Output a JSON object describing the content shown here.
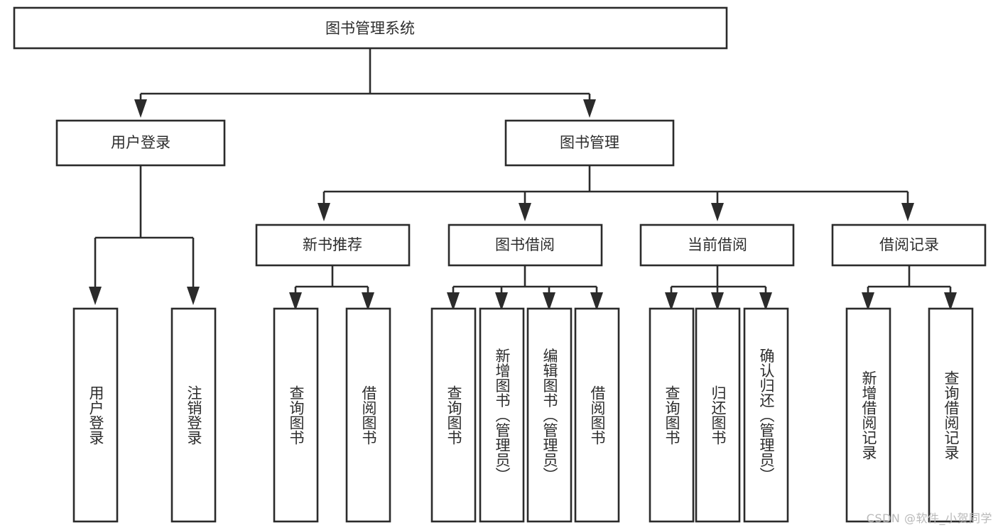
{
  "diagram": {
    "title": "图书管理系统",
    "type": "tree",
    "orientation": "top-down",
    "watermark": "CSDN @软件_小贺同学",
    "colors": {
      "stroke": "#2b2b2b",
      "fill": "#ffffff",
      "text": "#2d2d2d",
      "watermark": "#b9b9b9",
      "background": "#ffffff"
    },
    "root": {
      "id": "root",
      "label": "图书管理系统",
      "orientation": "horizontal"
    },
    "level2": [
      {
        "id": "user-login",
        "label": "用户登录",
        "orientation": "horizontal"
      },
      {
        "id": "book-management",
        "label": "图书管理",
        "orientation": "horizontal"
      }
    ],
    "level3": [
      {
        "id": "new-book-recommend",
        "label": "新书推荐",
        "orientation": "horizontal",
        "parent": "book-management"
      },
      {
        "id": "book-borrow",
        "label": "图书借阅",
        "orientation": "horizontal",
        "parent": "book-management"
      },
      {
        "id": "current-borrow",
        "label": "当前借阅",
        "orientation": "horizontal",
        "parent": "book-management"
      },
      {
        "id": "borrow-record",
        "label": "借阅记录",
        "orientation": "horizontal",
        "parent": "book-management"
      }
    ],
    "leaves": [
      {
        "id": "leaf-user-login",
        "label": "用户登录",
        "orientation": "vertical",
        "parent": "user-login"
      },
      {
        "id": "leaf-user-logout",
        "label": "注销登录",
        "orientation": "vertical",
        "parent": "user-login"
      },
      {
        "id": "leaf-query-book-1",
        "label": "查询图书",
        "orientation": "vertical",
        "parent": "new-book-recommend"
      },
      {
        "id": "leaf-borrow-book-1",
        "label": "借阅图书",
        "orientation": "vertical",
        "parent": "new-book-recommend"
      },
      {
        "id": "leaf-query-book-2",
        "label": "查询图书",
        "orientation": "vertical",
        "parent": "book-borrow"
      },
      {
        "id": "leaf-add-book",
        "label": "新增图书（管理员）",
        "orientation": "vertical",
        "parent": "book-borrow"
      },
      {
        "id": "leaf-edit-book",
        "label": "编辑图书（管理员）",
        "orientation": "vertical",
        "parent": "book-borrow"
      },
      {
        "id": "leaf-borrow-book-2",
        "label": "借阅图书",
        "orientation": "vertical",
        "parent": "book-borrow"
      },
      {
        "id": "leaf-query-book-3",
        "label": "查询图书",
        "orientation": "vertical",
        "parent": "current-borrow"
      },
      {
        "id": "leaf-return-book",
        "label": "归还图书",
        "orientation": "vertical",
        "parent": "current-borrow"
      },
      {
        "id": "leaf-confirm-return",
        "label": "确认归还（管理员）",
        "orientation": "vertical",
        "parent": "current-borrow"
      },
      {
        "id": "leaf-add-record",
        "label": "新增借阅记录",
        "orientation": "vertical",
        "parent": "borrow-record"
      },
      {
        "id": "leaf-query-record",
        "label": "查询借阅记录",
        "orientation": "vertical",
        "parent": "borrow-record"
      }
    ]
  }
}
